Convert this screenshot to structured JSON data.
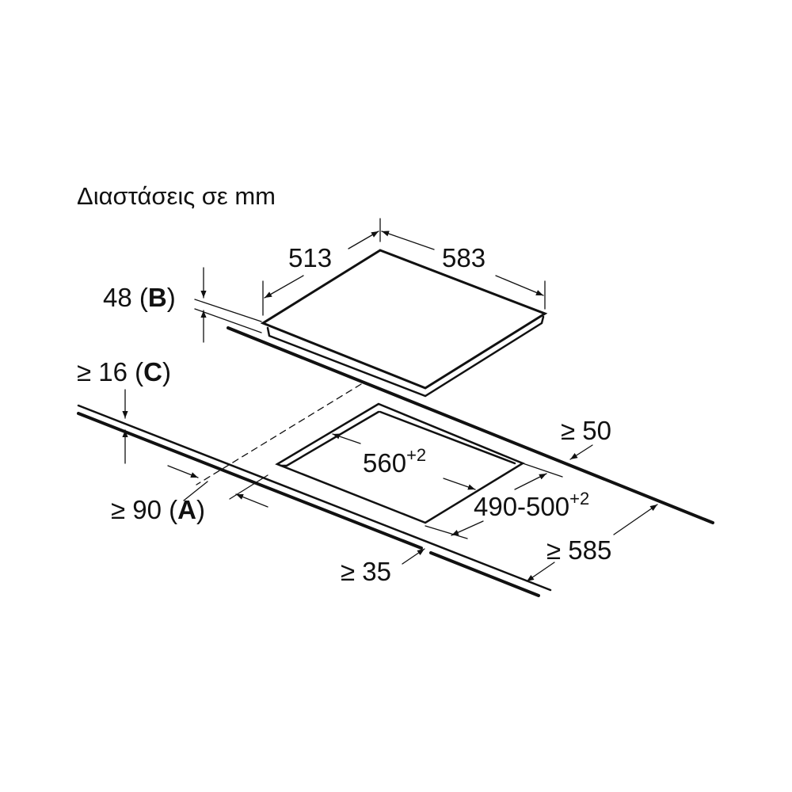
{
  "title": "Διαστάσεις σε mm",
  "dimensions": {
    "hob_depth": "513",
    "hob_width": "583",
    "hob_height": {
      "value": "48",
      "ref": "B"
    },
    "worktop_thickness": {
      "prefix": "≥ 16",
      "ref": "C"
    },
    "cutout_width": {
      "value": "560",
      "tol": "+2"
    },
    "cutout_depth": {
      "value": "490-500",
      "tol": "+2"
    },
    "rear_clearance": "≥ 50",
    "front_clearance": {
      "prefix": "≥ 90",
      "ref": "A"
    },
    "worktop_depth": "≥ 585",
    "front_edge": "≥ 35"
  },
  "colors": {
    "line": "#111111",
    "background": "#ffffff"
  }
}
